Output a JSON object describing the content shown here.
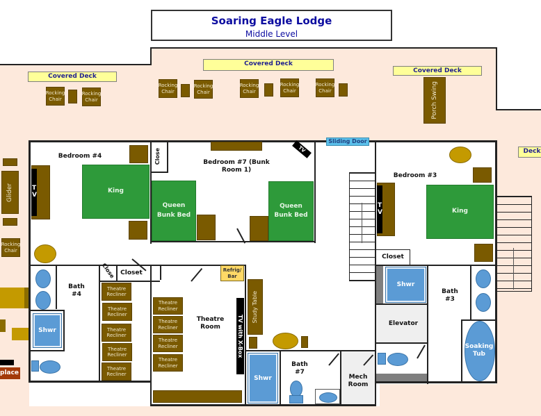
{
  "title": {
    "name": "Soaring Eagle Lodge",
    "level": "Middle Level",
    "title_color": "#0c0ca0"
  },
  "colors": {
    "deck": "#fde9dc",
    "furniture": "#7a5a00",
    "bed": "#2e9a3a",
    "fixture": "#5b9bd5",
    "label_box": "#ffff99",
    "sliding_door": "#5bc0eb"
  },
  "decks": {
    "left": "Covered Deck",
    "center": "Covered Deck",
    "right": "Covered Deck",
    "far_right": "Deck"
  },
  "outdoor_furniture": {
    "rocking_chair": "Rocking Chair",
    "porch_swing": "Porch Swing",
    "glider": "Glider",
    "fireplace": "place"
  },
  "doors": {
    "sliding_door": "Sliding Door"
  },
  "rooms": {
    "bedroom4": {
      "label": "Bedroom #4",
      "bed": "King",
      "tv": "T V"
    },
    "bedroom7": {
      "label": "Bedroom #7  (Bunk Room 1)",
      "bed_left": "Queen Bunk Bed",
      "bed_right": "Queen Bunk Bed",
      "tv": "TV",
      "closet": "Close"
    },
    "bedroom3": {
      "label": "Bedroom #3",
      "bed": "King",
      "tv": "T V",
      "closet": "Closet"
    },
    "bath4": {
      "label": "Bath #4",
      "shower": "Shwr"
    },
    "closets": {
      "small": "Close",
      "main": "Closet"
    },
    "theatre": {
      "label": "Theatre Room",
      "recliner": "Theatre Recliner",
      "tv": "TV with X-Box",
      "refrig": "Refrig/ Bar",
      "study_table": "Study Table"
    },
    "bath7": {
      "label": "Bath #7",
      "shower": "Shwr"
    },
    "mech": {
      "label": "Mech Room"
    },
    "bath3": {
      "label": "Bath #3",
      "shower": "Shwr",
      "tub": "Soaking Tub"
    },
    "elevator": {
      "label": "Elevator"
    }
  }
}
